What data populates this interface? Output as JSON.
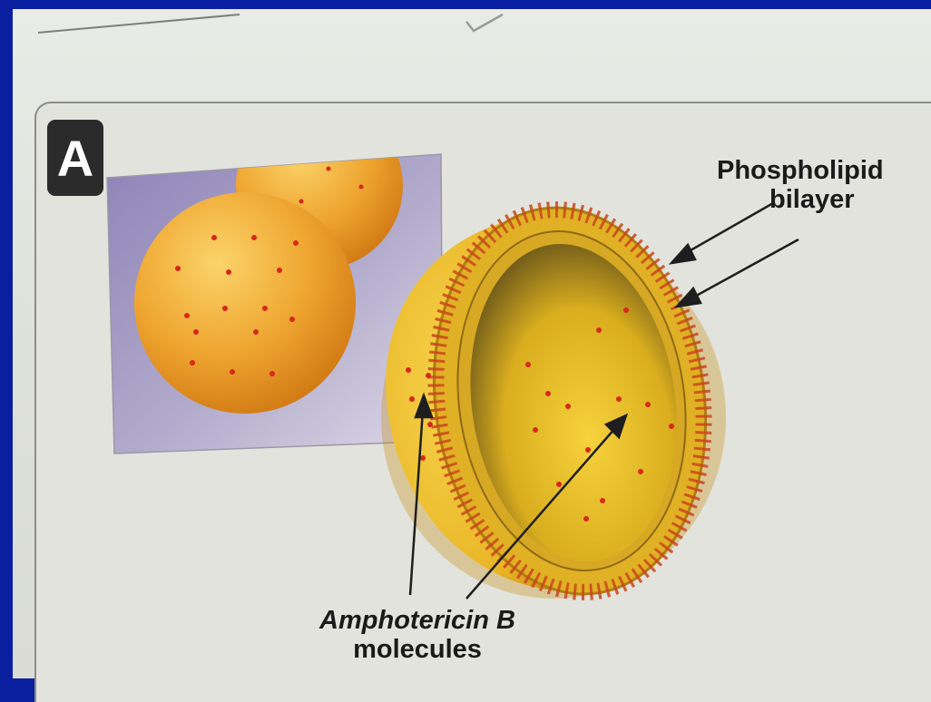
{
  "panel": {
    "letter": "A"
  },
  "labels": {
    "phospholipid_line1": "Phospholipid",
    "phospholipid_line2": "bilayer",
    "amphotericin_line1": "Amphotericin B",
    "amphotericin_line2": "molecules"
  },
  "colors": {
    "frame": "#0a1fa0",
    "paper": "#e2e3dc",
    "vesicle": "#f2c12a",
    "vesicle_shadow": "#d98a10",
    "molecule": "#d8281a",
    "inset_bg": "#a79ec4"
  }
}
